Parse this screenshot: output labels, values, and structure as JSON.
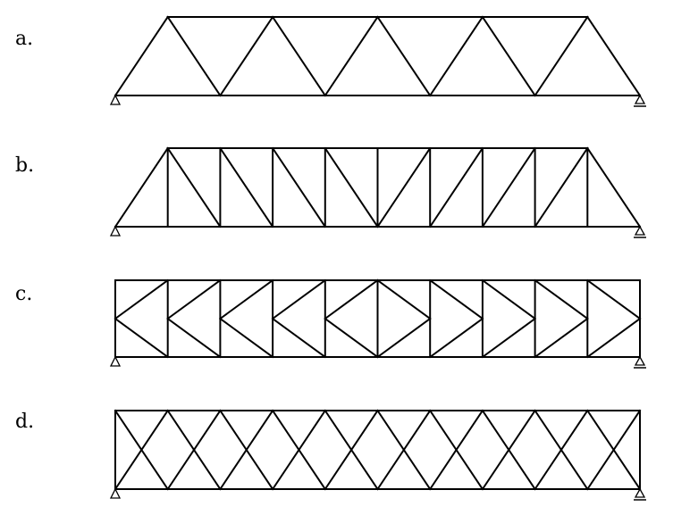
{
  "colors": {
    "line": "#000000",
    "background": "#ffffff"
  },
  "trusses": [
    {
      "id": "a",
      "label": "a.",
      "type": "warren"
    },
    {
      "id": "b",
      "label": "b.",
      "type": "pratt-end-posts"
    },
    {
      "id": "c",
      "label": "c.",
      "type": "k-truss"
    },
    {
      "id": "d",
      "label": "d.",
      "type": "double-warren"
    }
  ]
}
